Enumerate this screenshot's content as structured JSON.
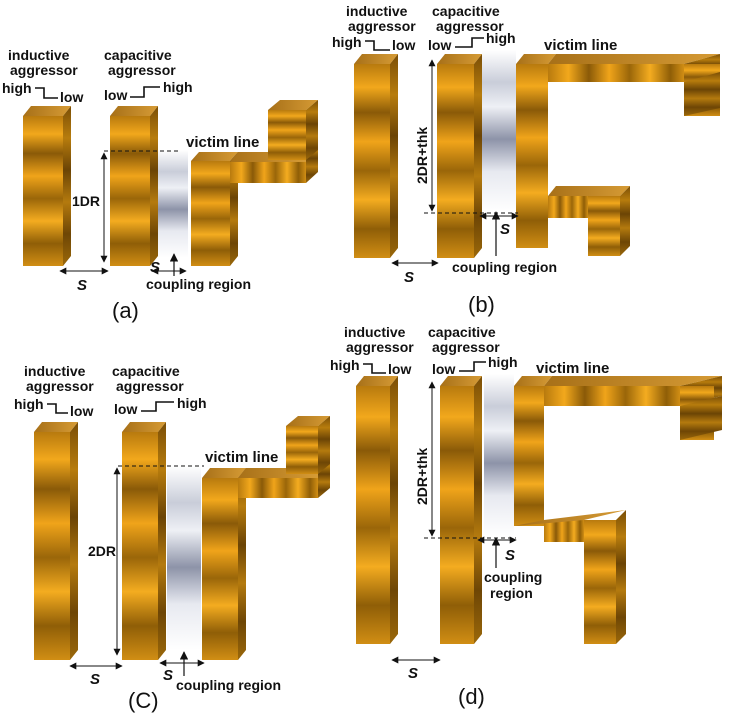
{
  "panels": [
    {
      "id": "a",
      "caption": "(a)",
      "inductive_label": [
        "inductive",
        "aggressor"
      ],
      "inductive_transition": {
        "from": "high",
        "to": "low"
      },
      "capacitive_label": [
        "capacitive",
        "aggressor"
      ],
      "capacitive_transition": {
        "from": "low",
        "to": "high"
      },
      "victim_label": "victim line",
      "height_label": "1DR",
      "spacing_symbol_1": "S",
      "spacing_symbol_2": "S",
      "coupling_label": [
        "coupling region"
      ]
    },
    {
      "id": "b",
      "caption": "(b)",
      "inductive_label": [
        "inductive",
        "aggressor"
      ],
      "inductive_transition": {
        "from": "high",
        "to": "low"
      },
      "capacitive_label": [
        "capacitive",
        "aggressor"
      ],
      "capacitive_transition": {
        "from": "low",
        "to": "high"
      },
      "victim_label": "victim line",
      "height_label": "2DR+thk",
      "spacing_symbol_1": "S",
      "spacing_symbol_2": "S",
      "coupling_label": [
        "coupling region"
      ]
    },
    {
      "id": "c",
      "caption": "(C)",
      "inductive_label": [
        "inductive",
        "aggressor"
      ],
      "inductive_transition": {
        "from": "high",
        "to": "low"
      },
      "capacitive_label": [
        "capacitive",
        "aggressor"
      ],
      "capacitive_transition": {
        "from": "low",
        "to": "high"
      },
      "victim_label": "victim line",
      "height_label": "2DR",
      "spacing_symbol_1": "S",
      "spacing_symbol_2": "S",
      "coupling_label": [
        "coupling region"
      ]
    },
    {
      "id": "d",
      "caption": "(d)",
      "inductive_label": [
        "inductive",
        "aggressor"
      ],
      "inductive_transition": {
        "from": "high",
        "to": "low"
      },
      "capacitive_label": [
        "capacitive",
        "aggressor"
      ],
      "capacitive_transition": {
        "from": "low",
        "to": "high"
      },
      "victim_label": "victim line",
      "height_label": "2DR+thk",
      "spacing_symbol_1": "S",
      "spacing_symbol_2": "S",
      "coupling_label": [
        "coupling",
        "region"
      ]
    }
  ]
}
